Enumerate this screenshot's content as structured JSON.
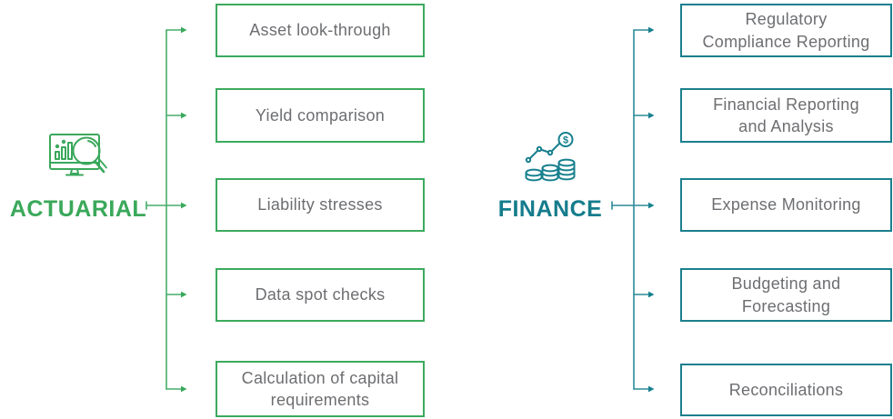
{
  "page": {
    "background": "#ffffff",
    "text_color": "#6d6e71"
  },
  "sections": [
    {
      "id": "actuarial",
      "title": "ACTUARIAL",
      "accent_color": "#3aa85a",
      "border_color": "#3caa5e",
      "icon": "monitor-chart-magnifier-icon",
      "items": [
        {
          "label": "Asset look-through"
        },
        {
          "label": "Yield comparison"
        },
        {
          "label": "Liability stresses"
        },
        {
          "label": "Data spot checks"
        },
        {
          "label": "Calculation of capital\nrequirements"
        }
      ]
    },
    {
      "id": "finance",
      "title": "FINANCE",
      "accent_color": "#157c8c",
      "border_color": "#1b7f8d",
      "icon": "coin-stacks-growth-chart-icon",
      "items": [
        {
          "label": "Regulatory\nCompliance Reporting"
        },
        {
          "label": "Financial Reporting\nand Analysis"
        },
        {
          "label": "Expense Monitoring"
        },
        {
          "label": "Budgeting and\nForecasting"
        },
        {
          "label": "Reconciliations"
        }
      ]
    }
  ]
}
